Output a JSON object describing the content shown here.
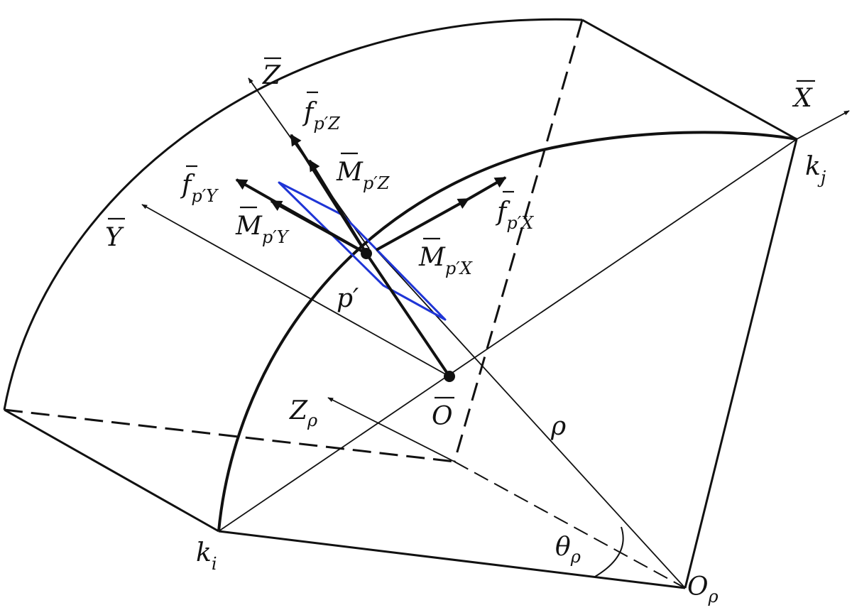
{
  "labels": {
    "z_bar": "Z",
    "x_bar": "X",
    "y_bar": "Y",
    "o_bar": "O",
    "k_i": {
      "base": "k",
      "sub": "i"
    },
    "k_j": {
      "base": "k",
      "sub": "j"
    },
    "p_prime": "p′",
    "rho": "ρ",
    "z_rho": {
      "base": "Z",
      "sub": "ρ"
    },
    "theta_rho": {
      "base": "θ",
      "sub": "ρ"
    },
    "o_rho": {
      "base": "O",
      "sub": "ρ"
    },
    "f_pZ": {
      "base": "f",
      "sub": "p′Z"
    },
    "f_pY": {
      "base": "f",
      "sub": "p′Y"
    },
    "f_pX": {
      "base": "f",
      "sub": "p′X"
    },
    "M_pZ": {
      "base": "M",
      "sub": "p′Z"
    },
    "M_pY": {
      "base": "M",
      "sub": "p′Y"
    },
    "M_pX": {
      "base": "M",
      "sub": "p′X"
    }
  },
  "colors": {
    "line": "#111111",
    "element_outline": "#1f35d6",
    "background": "#ffffff"
  }
}
